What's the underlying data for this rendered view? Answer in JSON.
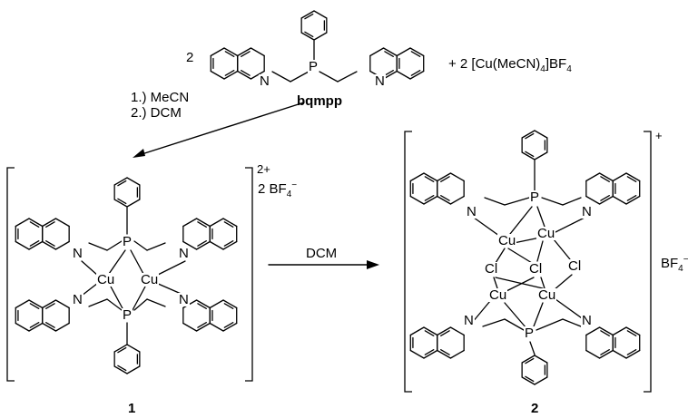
{
  "scheme": {
    "reagent_coefficient": "2",
    "reagent_extra": "+ 2 [Cu(MeCN)",
    "reagent_extra_sub": "4",
    "reagent_extra_tail": "]BF",
    "reagent_extra_sub2": "4",
    "ligand_name": "bqmpp",
    "step1": "1.) MeCN",
    "step2": "2.) DCM",
    "arrow_label": "DCM",
    "compound1_number": "1",
    "compound1_charge": "2+",
    "compound1_counterion_coef": "2 BF",
    "compound1_counterion_sub": "4",
    "compound1_counterion_sup": "−",
    "compound2_number": "2",
    "compound2_charge": "+",
    "compound2_counterion": "BF",
    "compound2_counterion_sub": "4",
    "compound2_counterion_sup": "−",
    "atom_P": "P",
    "atom_N": "N",
    "atom_Cu": "Cu",
    "atom_Cl": "Cl"
  },
  "colors": {
    "ink": "#000000",
    "background": "#ffffff"
  }
}
